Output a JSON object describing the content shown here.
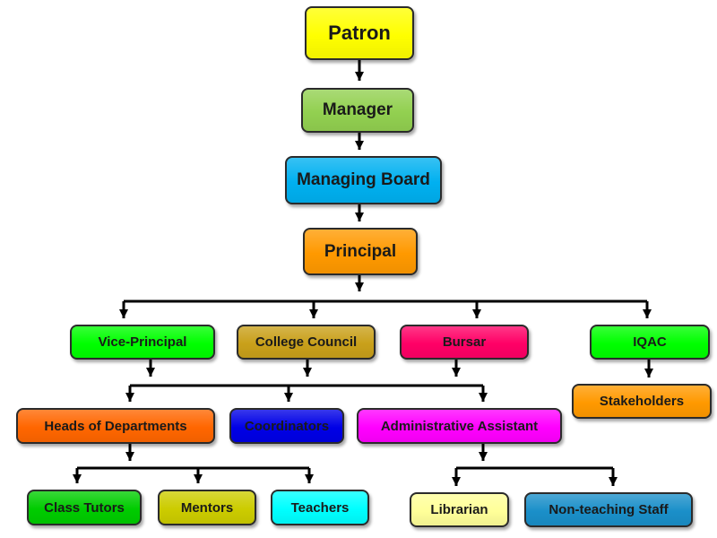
{
  "chart": {
    "nodes": {
      "patron": {
        "label": "Patron",
        "color": "#ffff00"
      },
      "manager": {
        "label": "Manager",
        "color": "#92d050"
      },
      "board": {
        "label": "Managing Board",
        "color": "#00b0f0"
      },
      "principal": {
        "label": "Principal",
        "color": "#ff9900"
      },
      "vice": {
        "label": "Vice-Principal",
        "color": "#00ff00"
      },
      "council": {
        "label": "College Council",
        "color": "#c9a01a"
      },
      "bursar": {
        "label": "Bursar",
        "color": "#ff0066"
      },
      "iqac": {
        "label": "IQAC",
        "color": "#00ff00"
      },
      "stakeholders": {
        "label": "Stakeholders",
        "color": "#ff9900"
      },
      "hods": {
        "label": "Heads of Departments",
        "color": "#ff6600"
      },
      "coordinators": {
        "label": "Coordinators",
        "color": "#0000e6"
      },
      "admin": {
        "label": "Administrative Assistant",
        "color": "#ff00ff"
      },
      "tutors": {
        "label": "Class Tutors",
        "color": "#00cc00"
      },
      "mentors": {
        "label": "Mentors",
        "color": "#cccc00"
      },
      "teachers": {
        "label": "Teachers",
        "color": "#00ffff"
      },
      "librarian": {
        "label": "Librarian",
        "color": "#ffff99"
      },
      "nonteaching": {
        "label": "Non-teaching Staff",
        "color": "#1a8fc9"
      }
    },
    "edges": [
      [
        "patron",
        "manager"
      ],
      [
        "manager",
        "board"
      ],
      [
        "board",
        "principal"
      ],
      [
        "principal",
        "vice"
      ],
      [
        "principal",
        "council"
      ],
      [
        "principal",
        "bursar"
      ],
      [
        "principal",
        "iqac"
      ],
      [
        "iqac",
        "stakeholders"
      ],
      [
        "vice",
        "hods"
      ],
      [
        "council",
        "coordinators"
      ],
      [
        "bursar",
        "admin"
      ],
      [
        "hods",
        "tutors"
      ],
      [
        "hods",
        "mentors"
      ],
      [
        "hods",
        "teachers"
      ],
      [
        "admin",
        "librarian"
      ],
      [
        "admin",
        "nonteaching"
      ]
    ],
    "line_color": "#000000"
  }
}
